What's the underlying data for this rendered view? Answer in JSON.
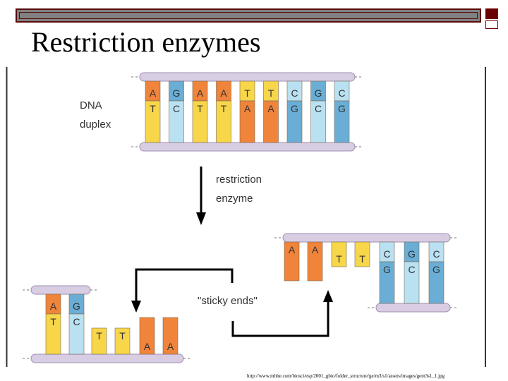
{
  "slide": {
    "title": "Restriction enzymes",
    "source_url": "http://www.mhhe.com/biosci/esp/2001_gbio/folder_structure/ge/m3/s1/assets/images/gem3s1_1.jpg"
  },
  "diagram": {
    "labels": {
      "dna_line1": "DNA",
      "dna_line2": "duplex",
      "enzyme_line1": "restriction",
      "enzyme_line2": "enzyme",
      "sticky_ends": "\"sticky ends\""
    },
    "duplex_pairs": [
      {
        "top": "A",
        "bottom": "T"
      },
      {
        "top": "G",
        "bottom": "C"
      },
      {
        "top": "A",
        "bottom": "T"
      },
      {
        "top": "A",
        "bottom": "T"
      },
      {
        "top": "T",
        "bottom": "A"
      },
      {
        "top": "T",
        "bottom": "A"
      },
      {
        "top": "C",
        "bottom": "G"
      },
      {
        "top": "G",
        "bottom": "C"
      },
      {
        "top": "C",
        "bottom": "G"
      }
    ],
    "right_fragment": {
      "overhang": [
        "A",
        "A"
      ],
      "overhang_bottom_side": [
        "T",
        "T"
      ],
      "pairs": [
        {
          "top": "C",
          "bottom": "G"
        },
        {
          "top": "G",
          "bottom": "C"
        },
        {
          "top": "C",
          "bottom": "G"
        }
      ]
    },
    "left_fragment": {
      "pairs": [
        {
          "top": "A",
          "bottom": "T"
        },
        {
          "top": "G",
          "bottom": "C"
        }
      ],
      "overhang": [
        "T",
        "T"
      ],
      "overhang_top_side": [
        "A",
        "A"
      ]
    },
    "colors": {
      "backbone": "#d8cde3",
      "backbone_border": "#9c8fb0",
      "A": "#f0843a",
      "T": "#f7d64a",
      "G": "#6aaed6",
      "C": "#b9e1f2",
      "arrow": "#000000"
    }
  }
}
